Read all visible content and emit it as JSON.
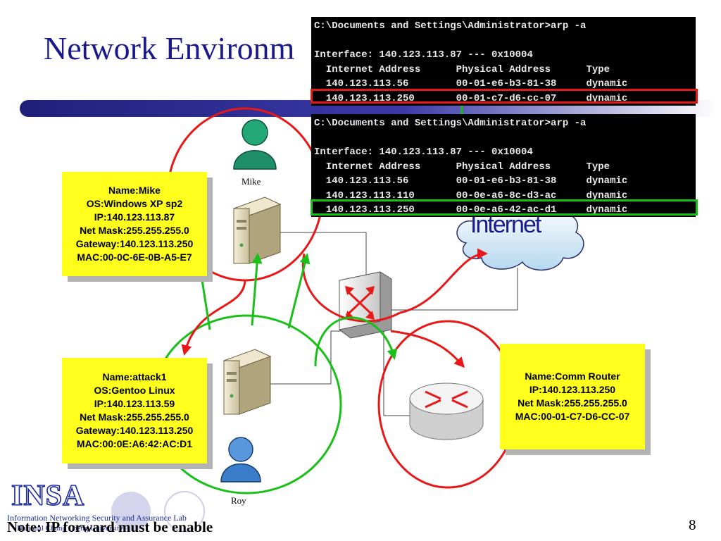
{
  "title": "Network Environm",
  "mike_box": {
    "lines": [
      "Name:Mike",
      "OS:Windows XP sp2",
      "IP:140.123.113.87",
      "Net Mask:255.255.255.0",
      "Gateway:140.123.113.250",
      "MAC:00-0C-6E-0B-A5-E7"
    ]
  },
  "attack_box": {
    "lines": [
      "Name:attack1",
      "OS:Gentoo Linux",
      "IP:140.123.113.59",
      "Net Mask:255.255.255.0",
      "Gateway:140.123.113.250",
      "MAC:00:0E:A6:42:AC:D1"
    ]
  },
  "router_box": {
    "lines": [
      "Name:Comm Router",
      "IP:140.123.113.250",
      "Net Mask:255.255.255.0",
      "MAC:00-01-C7-D6-CC-07"
    ]
  },
  "console_before": {
    "lines": [
      "C:\\Documents and Settings\\Administrator>arp -a",
      "",
      "Interface: 140.123.113.87 --- 0x10004",
      "  Internet Address      Physical Address      Type",
      "  140.123.113.56        00-01-e6-b3-81-38     dynamic",
      "  140.123.113.250       00-01-c7-d6-cc-07     dynamic"
    ]
  },
  "console_after": {
    "lines": [
      "C:\\Documents and Settings\\Administrator>arp -a",
      "",
      "Interface: 140.123.113.87 --- 0x10004",
      "  Internet Address      Physical Address      Type",
      "  140.123.113.56        00-01-e6-b3-81-38     dynamic",
      "  140.123.113.110       00-0e-a6-8c-d3-ac     dynamic",
      "  140.123.113.250       00-0e-a6-42-ac-d1     dynamic"
    ]
  },
  "labels": {
    "mike": "Mike",
    "roy": "Roy",
    "internet": "Internet"
  },
  "icons": {
    "mike_user": "user-icon",
    "roy_user": "user-icon",
    "mike_pc": "server-icon",
    "attacker_pc": "server-icon",
    "switch": "switch-icon",
    "router": "router-icon",
    "internet": "cloud-icon"
  },
  "colors": {
    "title": "#1a1a8c",
    "info_box": "#ffff1e",
    "poison_path": "#e81818",
    "forward_path": "#18c018"
  },
  "footer": {
    "logo": "INSA",
    "lab_line1": "Information Networking Security and Assurance Lab",
    "lab_line2": "National Chung Cheng University",
    "note": "Note: IP forward must be enable",
    "page_number": "8"
  }
}
